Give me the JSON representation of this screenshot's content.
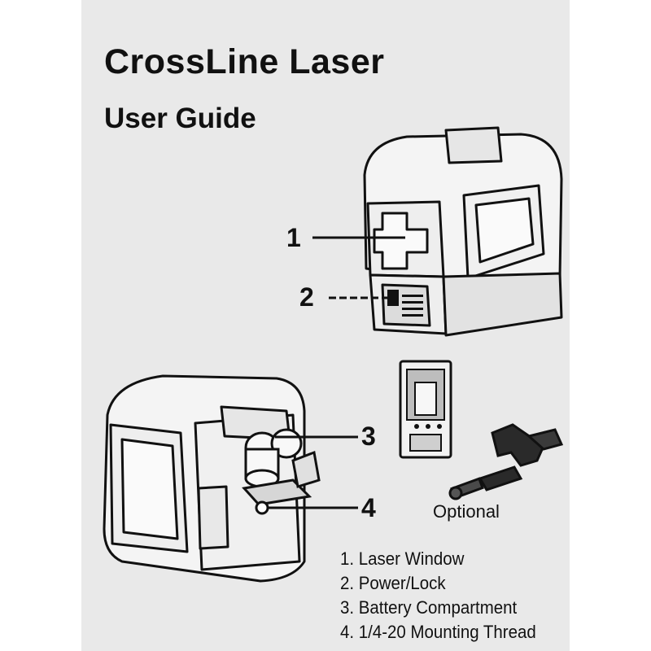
{
  "header": {
    "title": "CrossLine Laser",
    "subtitle": "User Guide"
  },
  "callouts": {
    "one": "1",
    "two": "2",
    "three": "3",
    "four": "4"
  },
  "accessory": {
    "label": "Optional"
  },
  "legend": {
    "items": [
      "1. Laser Window",
      "2. Power/Lock",
      "3. Battery Compartment",
      "4. 1/4-20 Mounting Thread"
    ]
  },
  "colors": {
    "page_background": "#e9e9e9",
    "outline": "#111111"
  }
}
